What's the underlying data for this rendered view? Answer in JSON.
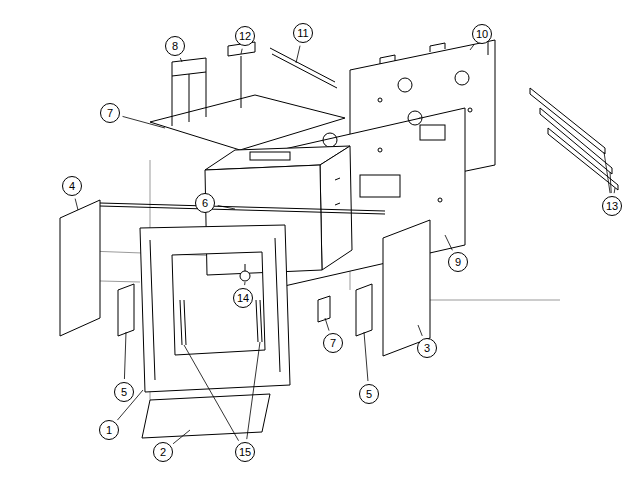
{
  "diagram": {
    "labels": [
      "12",
      "11",
      "10",
      "8",
      "7",
      "4",
      "6",
      "9",
      "13",
      "3",
      "5",
      "14",
      "7",
      "5",
      "1",
      "2",
      "15"
    ]
  }
}
